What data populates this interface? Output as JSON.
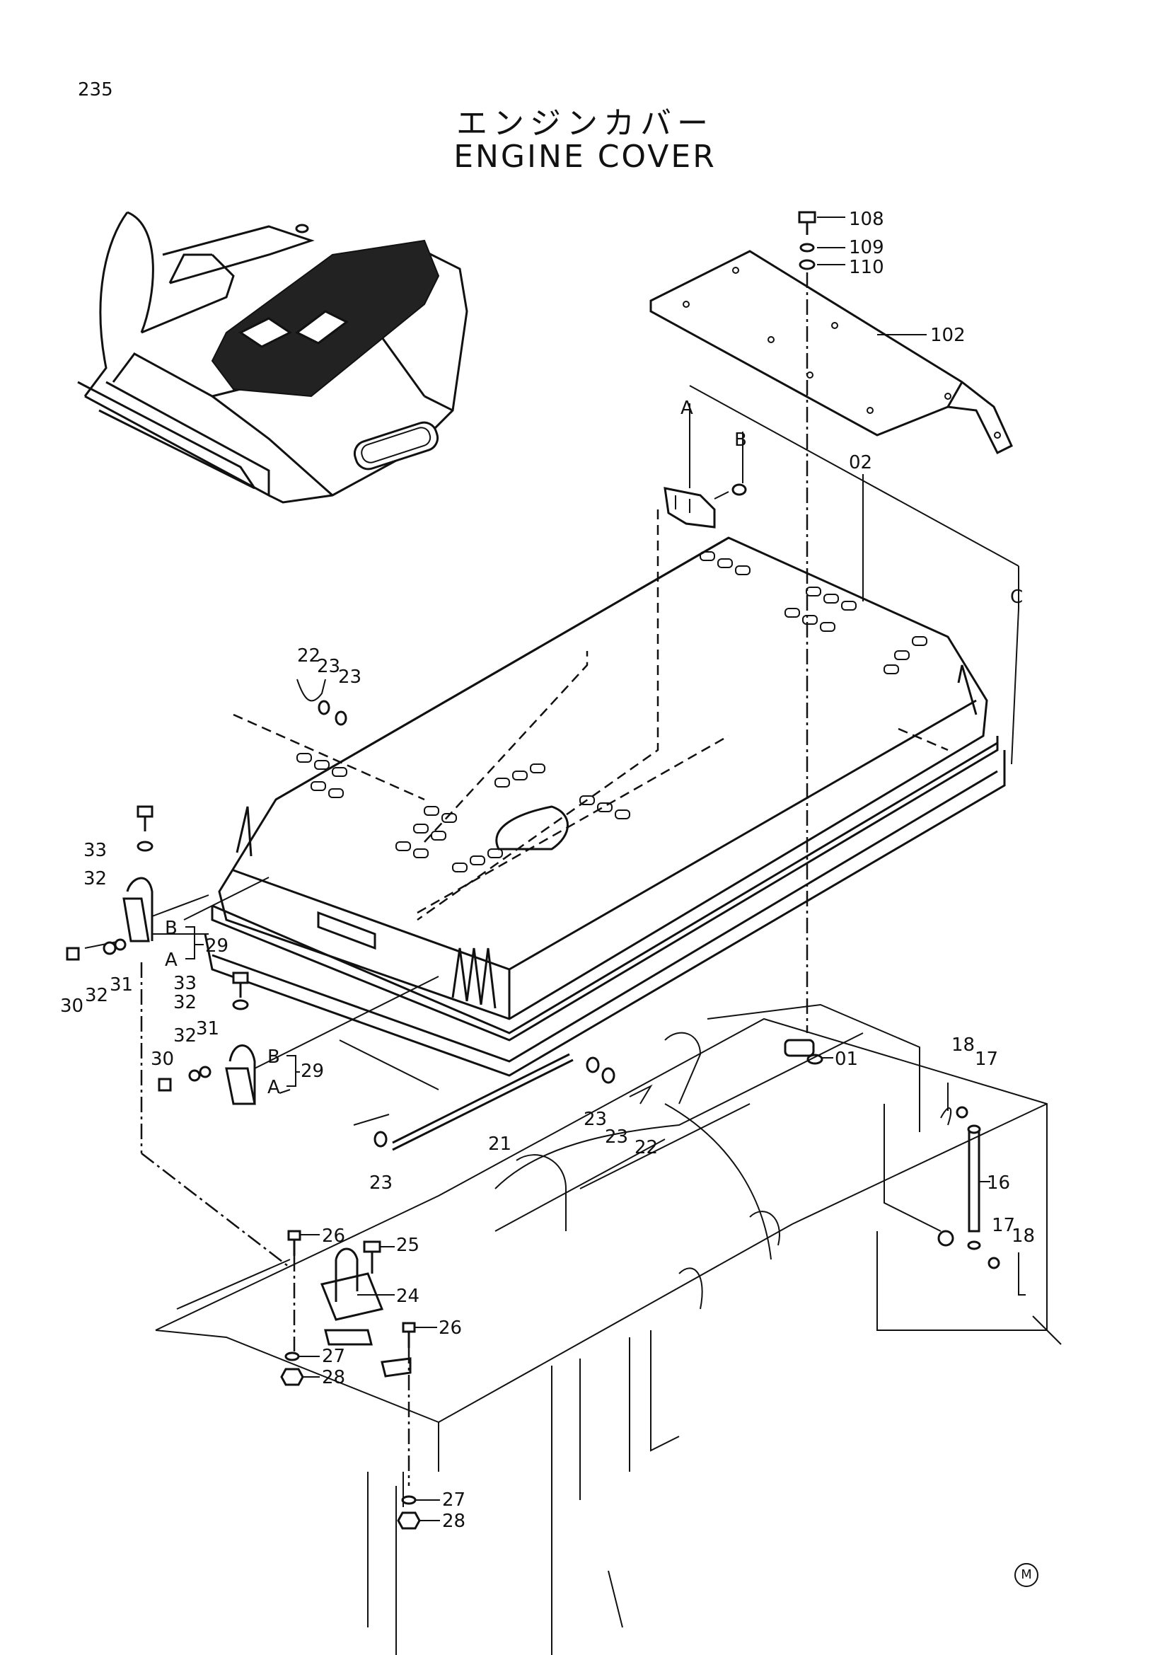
{
  "page_number": "235",
  "title_jp": "エンジンカバー",
  "title_en": "ENGINE COVER",
  "view_refs": [
    "A",
    "B",
    "C"
  ],
  "callouts": {
    "c108": "108",
    "c109": "109",
    "c110": "110",
    "c102": "102",
    "c02": "02",
    "c01": "01",
    "c16": "16",
    "c17a": "17",
    "c18a": "18",
    "c17b": "17",
    "c18b": "18",
    "c21": "21",
    "c22a": "22",
    "c22b": "22",
    "c23a": "23",
    "c23b": "23",
    "c23c": "23",
    "c23d": "23",
    "c23e": "23",
    "c24": "24",
    "c25": "25",
    "c26a": "26",
    "c26b": "26",
    "c27a": "27",
    "c27b": "27",
    "c28a": "28",
    "c28b": "28",
    "c29a": "29",
    "c29b": "29",
    "c30a": "30",
    "c30b": "30",
    "c31a": "31",
    "c31b": "31",
    "c32a": "32",
    "c32b": "32",
    "c32c": "32",
    "c32d": "32",
    "c33a": "33",
    "c33b": "33"
  },
  "maker_mark": "M"
}
